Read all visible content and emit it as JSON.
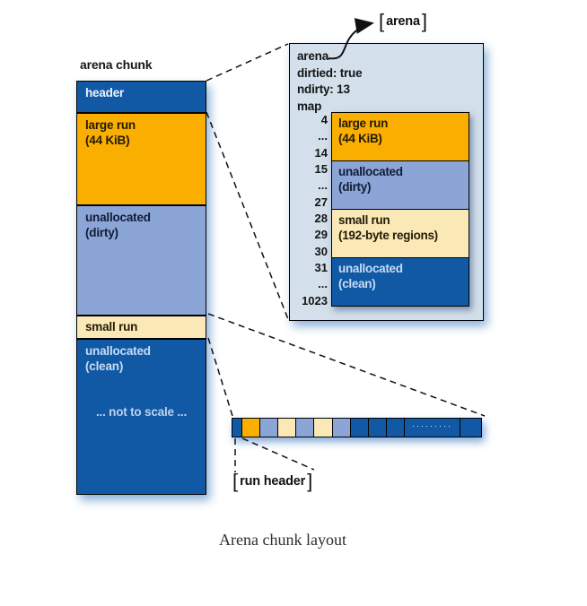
{
  "palette": {
    "dark_blue": "#1159a5",
    "orange": "#f9ae00",
    "periwinkle": "#8ca5d7",
    "cream": "#fae9b7",
    "panel_bg": "#d3dfea"
  },
  "caption": "Arena chunk layout",
  "arena_chunk": {
    "title": "arena chunk",
    "segments": [
      {
        "label": "header",
        "sublabel": ""
      },
      {
        "label": "large run",
        "sublabel": "(44 KiB)"
      },
      {
        "label": "unallocated",
        "sublabel": "(dirty)"
      },
      {
        "label": "small run",
        "sublabel": ""
      },
      {
        "label": "unallocated",
        "sublabel": "(clean)"
      }
    ],
    "note": "... not to scale ..."
  },
  "arena_pointer_label": {
    "open": "[",
    "text": "arena",
    "close": "]"
  },
  "run_header_label": {
    "open": "[",
    "text": "run header",
    "close": "]"
  },
  "arena_box": {
    "fields": [
      "arena",
      "dirtied: true",
      "ndirty: 13",
      "map"
    ],
    "map": {
      "indices": [
        "4",
        "...",
        "14",
        "15",
        "...",
        "27",
        "28",
        "29",
        "30",
        "31",
        "...",
        "1023"
      ],
      "blocks": [
        {
          "label": "large run",
          "sublabel": "(44 KiB)"
        },
        {
          "label": "unallocated",
          "sublabel": "(dirty)"
        },
        {
          "label": "small run",
          "sublabel": "(192-byte regions)"
        },
        {
          "label": "unallocated",
          "sublabel": "(clean)"
        }
      ]
    }
  },
  "run_strip": {
    "cells": [
      {
        "type": "dark",
        "w": 10
      },
      {
        "type": "orange",
        "w": 20
      },
      {
        "type": "periwinkle",
        "w": 20
      },
      {
        "type": "cream",
        "w": 20
      },
      {
        "type": "periwinkle",
        "w": 20
      },
      {
        "type": "cream",
        "w": 21
      },
      {
        "type": "periwinkle",
        "w": 20
      },
      {
        "type": "dark",
        "w": 20
      },
      {
        "type": "dark",
        "w": 20
      },
      {
        "type": "dark",
        "w": 20
      },
      {
        "type": "dark",
        "w": 62,
        "text": "·········"
      },
      {
        "type": "dark",
        "w": 24
      }
    ]
  }
}
